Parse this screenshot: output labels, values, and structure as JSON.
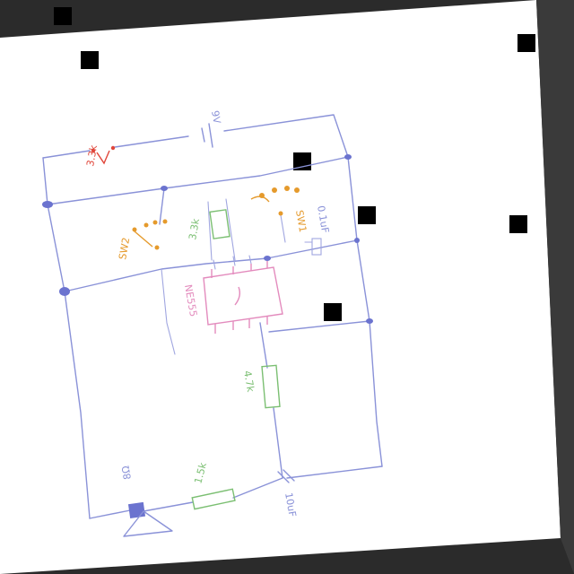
{
  "photo": {
    "background_color": "#2b2b2b",
    "paper_color": "#ffffff",
    "ink_colors": {
      "wires": "#8a92d8",
      "resistors": "#7bbf72",
      "switches": "#e59a2c",
      "ic": "#e38bbd",
      "led": "#e0463a"
    }
  },
  "labels": {
    "battery": "9V",
    "led_resistor": "3.3k",
    "switch_left": "SW2",
    "resistor_mid": "3.3k",
    "switch_right": "SW1",
    "cap_small": "0.1uF",
    "ic": "NE555",
    "resistor_lower": "4.7k",
    "speaker": "8Ω",
    "resistor_bottom": "1.5k",
    "cap_bottom": "10uF"
  }
}
